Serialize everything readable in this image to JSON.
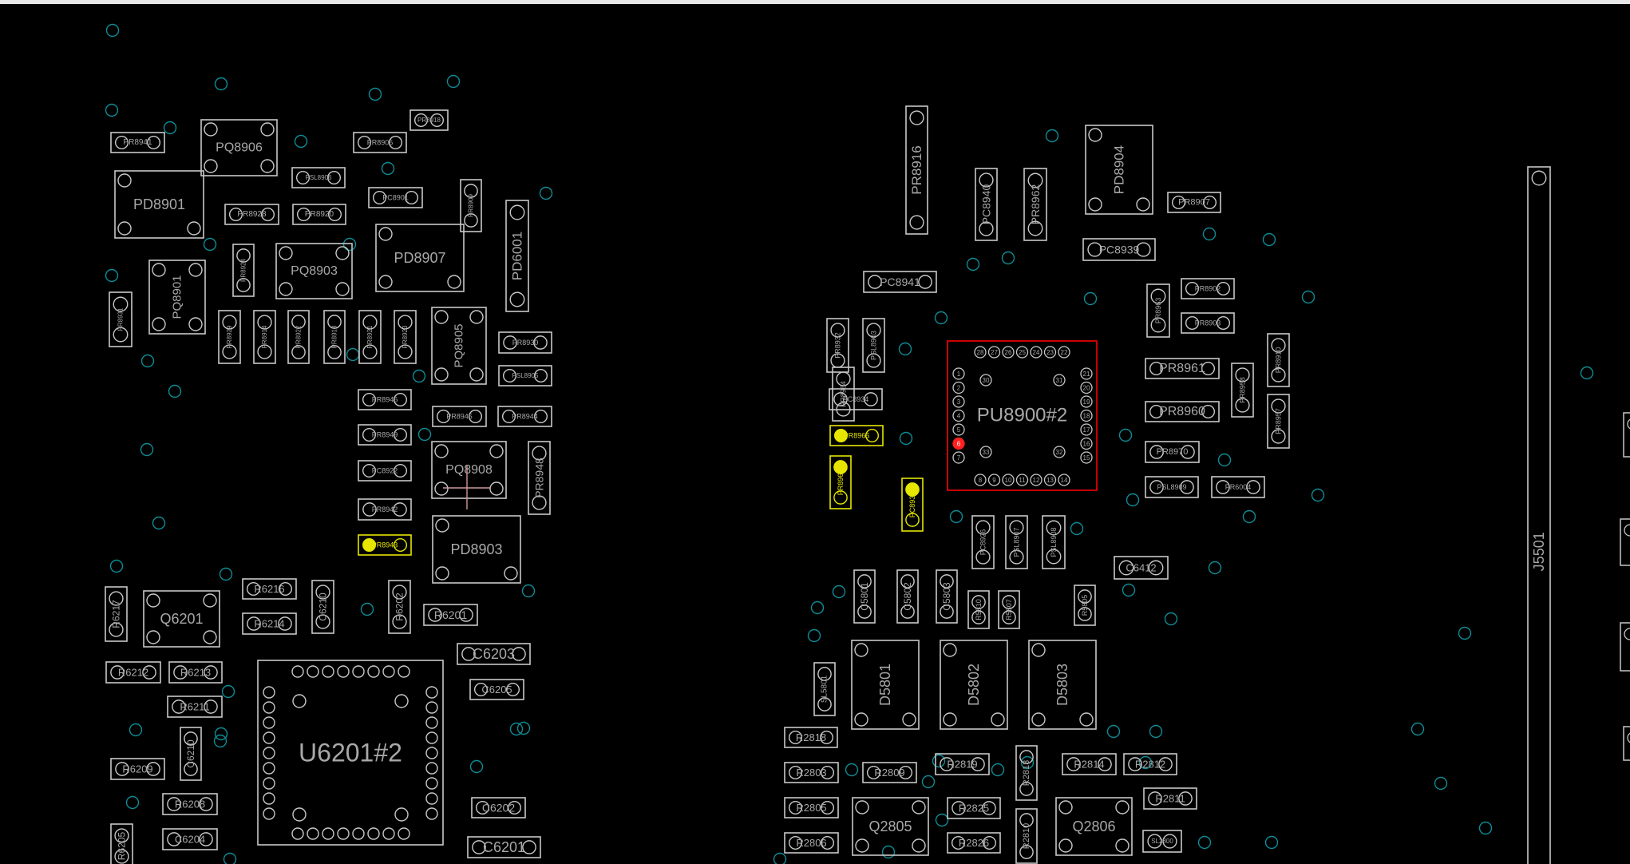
{
  "app": {
    "view": "PCB boardview",
    "colors": {
      "background": "#000000",
      "outline": "#c8c8c8",
      "via": "#0e8c96",
      "highlight": "#e6e600",
      "selected_part": "#e00000",
      "selected_pin": "#ff2020",
      "label": "#a8a8a8"
    }
  },
  "board": {
    "vias": "scattered teal via rings",
    "components": [
      {
        "ref": "PR8941"
      },
      {
        "ref": "PQ8906"
      },
      {
        "ref": "PR8906"
      },
      {
        "ref": "PR8918"
      },
      {
        "ref": "PD8901"
      },
      {
        "ref": "PSL8906"
      },
      {
        "ref": "PC8901"
      },
      {
        "ref": "PR8928"
      },
      {
        "ref": "PR8920"
      },
      {
        "ref": "PR8909"
      },
      {
        "ref": "PD8907"
      },
      {
        "ref": "PD6001"
      },
      {
        "ref": "PQ8901"
      },
      {
        "ref": "PR8924"
      },
      {
        "ref": "PQ8903"
      },
      {
        "ref": "PR8931"
      },
      {
        "ref": "PR8929"
      },
      {
        "ref": "PR8914"
      },
      {
        "ref": "PR8922"
      },
      {
        "ref": "PR8913"
      },
      {
        "ref": "PR8921"
      },
      {
        "ref": "PR8923"
      },
      {
        "ref": "PQ8905"
      },
      {
        "ref": "PR8930"
      },
      {
        "ref": "PSL8905"
      },
      {
        "ref": "PR8946"
      },
      {
        "ref": "PR8945"
      },
      {
        "ref": "PR8944"
      },
      {
        "ref": "PR8949"
      },
      {
        "ref": "PC8922"
      },
      {
        "ref": "PQ8908"
      },
      {
        "ref": "PR8948"
      },
      {
        "ref": "PR8942"
      },
      {
        "ref": "PR8943"
      },
      {
        "ref": "PD8903"
      },
      {
        "ref": "R6217"
      },
      {
        "ref": "Q6201"
      },
      {
        "ref": "R6216"
      },
      {
        "ref": "R6214"
      },
      {
        "ref": "C6210"
      },
      {
        "ref": "R6202"
      },
      {
        "ref": "R6201"
      },
      {
        "ref": "C6203"
      },
      {
        "ref": "R6212"
      },
      {
        "ref": "R6213"
      },
      {
        "ref": "C6205"
      },
      {
        "ref": "R6211"
      },
      {
        "ref": "U6201#2"
      },
      {
        "ref": "R6209"
      },
      {
        "ref": "C6210"
      },
      {
        "ref": "R6208"
      },
      {
        "ref": "C6202"
      },
      {
        "ref": "C6204"
      },
      {
        "ref": "C6201"
      },
      {
        "ref": "R6205"
      },
      {
        "ref": "PR8916"
      },
      {
        "ref": "PC8940"
      },
      {
        "ref": "PR8962"
      },
      {
        "ref": "PD8904"
      },
      {
        "ref": "PR8907"
      },
      {
        "ref": "PC8939"
      },
      {
        "ref": "PC8941"
      },
      {
        "ref": "PR8963"
      },
      {
        "ref": "PR8902"
      },
      {
        "ref": "PR8903"
      },
      {
        "ref": "PR8910"
      },
      {
        "ref": "PR8961"
      },
      {
        "ref": "PR8958"
      },
      {
        "ref": "PR8960"
      },
      {
        "ref": "PR8957"
      },
      {
        "ref": "PR8970"
      },
      {
        "ref": "PSL8909"
      },
      {
        "ref": "PR6004"
      },
      {
        "ref": "PC8934"
      },
      {
        "ref": "PR8965"
      },
      {
        "ref": "PR8932"
      },
      {
        "ref": "PSL8903"
      },
      {
        "ref": "PR8964"
      },
      {
        "ref": "PR8966"
      },
      {
        "ref": "PC8936"
      },
      {
        "ref": "PC8926"
      },
      {
        "ref": "PSL8907"
      },
      {
        "ref": "PSL8908"
      },
      {
        "ref": "C6412"
      },
      {
        "ref": "D5801"
      },
      {
        "ref": "D5802"
      },
      {
        "ref": "D5803"
      },
      {
        "ref": "C5801"
      },
      {
        "ref": "C5802"
      },
      {
        "ref": "C5803"
      },
      {
        "ref": "R5810"
      },
      {
        "ref": "R5807"
      },
      {
        "ref": "R5805"
      },
      {
        "ref": "SL5801"
      },
      {
        "ref": "R2818"
      },
      {
        "ref": "R2803"
      },
      {
        "ref": "R2809"
      },
      {
        "ref": "R2819"
      },
      {
        "ref": "R2813"
      },
      {
        "ref": "R2814"
      },
      {
        "ref": "R2812"
      },
      {
        "ref": "R2811"
      },
      {
        "ref": "R2805"
      },
      {
        "ref": "Q2805"
      },
      {
        "ref": "R2825"
      },
      {
        "ref": "R2806"
      },
      {
        "ref": "R2826"
      },
      {
        "ref": "R2810"
      },
      {
        "ref": "Q2806"
      },
      {
        "ref": "SL2800"
      },
      {
        "ref": "J5501"
      }
    ],
    "highlighted": [
      "PR8943",
      "PR8966",
      "PR8965",
      "PC8936"
    ],
    "selected_part": {
      "ref": "PU8900#2",
      "pins_left": [
        "1",
        "2",
        "3",
        "4",
        "5",
        "6",
        "7"
      ],
      "pins_bottom": [
        "8",
        "9",
        "10",
        "11",
        "12",
        "13",
        "14"
      ],
      "pins_right": [
        "21",
        "20",
        "19",
        "18",
        "17",
        "16",
        "15"
      ],
      "pins_top": [
        "28",
        "27",
        "26",
        "25",
        "24",
        "23",
        "22"
      ],
      "pins_inner": [
        "30",
        "31",
        "33",
        "32"
      ],
      "selected_pin": "6"
    }
  }
}
